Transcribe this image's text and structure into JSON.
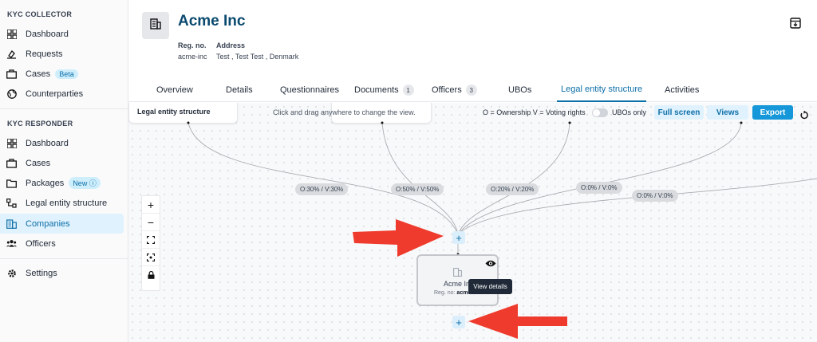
{
  "sidebar": {
    "collector_title": "KYC COLLECTOR",
    "collector_items": [
      {
        "label": "Dashboard",
        "icon": "dashboard-icon"
      },
      {
        "label": "Requests",
        "icon": "requests-icon"
      },
      {
        "label": "Cases",
        "icon": "briefcase-icon",
        "badge": "Beta"
      },
      {
        "label": "Counterparties",
        "icon": "globe-icon"
      }
    ],
    "responder_title": "KYC RESPONDER",
    "responder_items": [
      {
        "label": "Dashboard",
        "icon": "dashboard-icon"
      },
      {
        "label": "Cases",
        "icon": "briefcase-icon"
      },
      {
        "label": "Packages",
        "icon": "package-icon",
        "badge": "New"
      },
      {
        "label": "Legal entity structure",
        "icon": "structure-icon"
      },
      {
        "label": "Companies",
        "icon": "building-icon",
        "active": true
      },
      {
        "label": "Officers",
        "icon": "people-icon"
      }
    ],
    "settings_label": "Settings"
  },
  "header": {
    "company_name": "Acme Inc",
    "reg_label": "Reg. no.",
    "reg_value": "acme-inc",
    "address_label": "Address",
    "address_value": "Test , Test Test , Denmark"
  },
  "tabs": [
    {
      "label": "Overview"
    },
    {
      "label": "Details"
    },
    {
      "label": "Questionnaires"
    },
    {
      "label": "Documents",
      "count": "1"
    },
    {
      "label": "Officers",
      "count": "3"
    },
    {
      "label": "UBOs"
    },
    {
      "label": "Legal entity structure",
      "active": true
    },
    {
      "label": "Activities"
    }
  ],
  "canvas": {
    "structure_label": "Legal entity structure",
    "hint": "Click and drag anywhere to change the view.",
    "legend_text": "O = Ownership  V = Voting rights",
    "ubos_only_label": "UBOs only",
    "fullscreen_label": "Full screen",
    "views_label": "Views",
    "export_label": "Export",
    "edge_labels": [
      "O:30% / V:30%",
      "O:50% / V:50%",
      "O:20% / V:20%",
      "O:0% / V:0%",
      "O:0% / V:0%"
    ],
    "node": {
      "name": "Acme Inc",
      "reg_prefix": "Reg. no:",
      "reg_value": "acme"
    },
    "tooltip": "View details"
  },
  "colors": {
    "accent": "#0c6fa8",
    "primary_button": "#1597d9",
    "arrow": "#ef3b2d"
  }
}
